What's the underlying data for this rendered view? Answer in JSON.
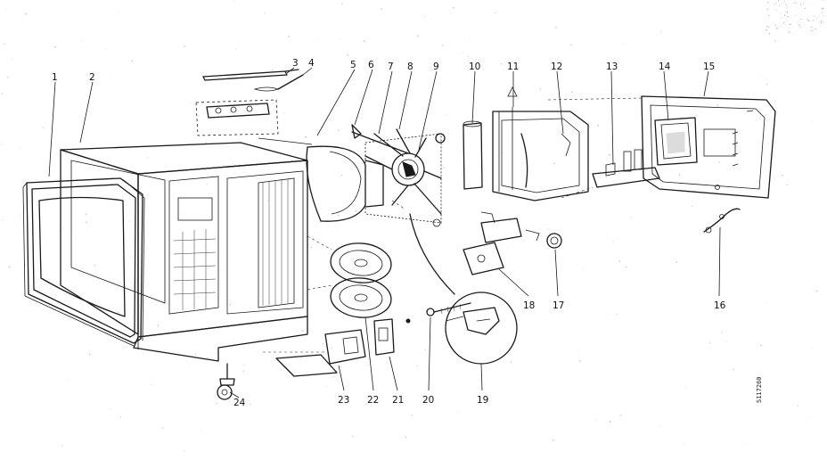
{
  "diagram": {
    "part_numbers": [
      "1",
      "2",
      "3",
      "4",
      "5",
      "6",
      "7",
      "8",
      "9",
      "10",
      "11",
      "12",
      "13",
      "14",
      "15",
      "16",
      "17",
      "18",
      "19",
      "20",
      "21",
      "22",
      "23",
      "24"
    ],
    "drawing_code": "S117260",
    "colors": {
      "ink": "#1a1a1a",
      "paper": "#ffffff"
    }
  }
}
